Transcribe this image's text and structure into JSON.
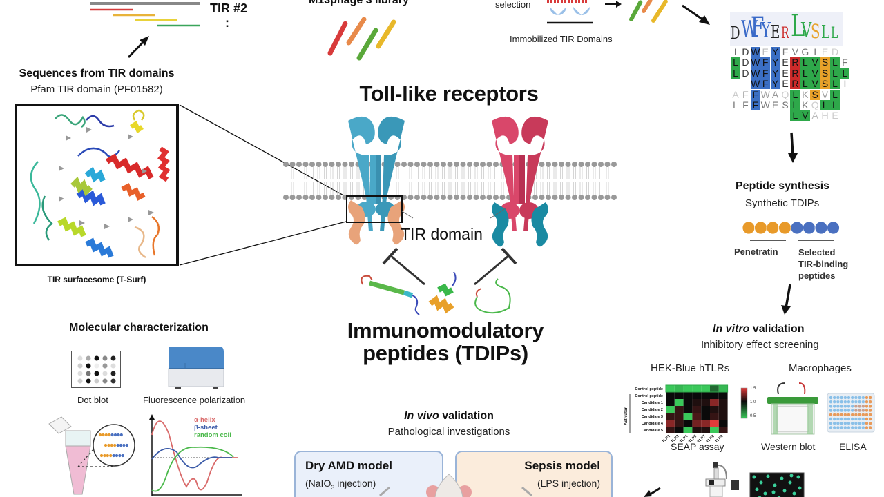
{
  "top_left": {
    "tir_label": "TIR #2",
    "tir_ellipsis": ":",
    "seq_lines_colors": [
      "#888888",
      "#d43a3a",
      "#e8b33a",
      "#e8d23a",
      "#3aa55a"
    ],
    "sequences_title": "Sequences from TIR domains",
    "sequences_subtitle": "Pfam TIR domain (PF01582)",
    "surfacesome_caption": "TIR surfacesome (T-Surf)"
  },
  "phage": {
    "library_title": "M13phage 3 library",
    "selection_label": "selection",
    "immobilized_label": "Immobilized TIR Domains"
  },
  "logo": {
    "logo_letters": [
      "D",
      "W",
      "F",
      "Y",
      "E",
      "R",
      "L",
      "V",
      "S",
      "L",
      "L"
    ],
    "alignment_rows": [
      [
        {
          "c": "I",
          "bg": "",
          "fg": "#333"
        },
        {
          "c": "D",
          "bg": "",
          "fg": "#333"
        },
        {
          "c": "W",
          "bg": "#3b6fc4",
          "fg": "#111"
        },
        {
          "c": "E",
          "bg": "",
          "fg": "#bbb"
        },
        {
          "c": "Y",
          "bg": "#3b6fc4",
          "fg": "#111"
        },
        {
          "c": "F",
          "bg": "",
          "fg": "#777"
        },
        {
          "c": "V",
          "bg": "",
          "fg": "#777"
        },
        {
          "c": "G",
          "bg": "",
          "fg": "#777"
        },
        {
          "c": "I",
          "bg": "",
          "fg": "#777"
        },
        {
          "c": "E",
          "bg": "",
          "fg": "#ccc"
        },
        {
          "c": "D",
          "bg": "",
          "fg": "#ccc"
        }
      ],
      [
        {
          "c": "L",
          "bg": "#2ea84a",
          "fg": "#111"
        },
        {
          "c": "D",
          "bg": "",
          "fg": "#333"
        },
        {
          "c": "W",
          "bg": "#3b6fc4",
          "fg": "#111"
        },
        {
          "c": "F",
          "bg": "#3b6fc4",
          "fg": "#111"
        },
        {
          "c": "Y",
          "bg": "#3b6fc4",
          "fg": "#111"
        },
        {
          "c": "E",
          "bg": "",
          "fg": "#333"
        },
        {
          "c": "R",
          "bg": "#cc2a2a",
          "fg": "#111"
        },
        {
          "c": "L",
          "bg": "#2ea84a",
          "fg": "#111"
        },
        {
          "c": "V",
          "bg": "#2ea84a",
          "fg": "#111"
        },
        {
          "c": "S",
          "bg": "#e8a22a",
          "fg": "#111"
        },
        {
          "c": "L",
          "bg": "#2ea84a",
          "fg": "#111"
        },
        {
          "c": "F",
          "bg": "",
          "fg": "#777"
        }
      ],
      [
        {
          "c": "L",
          "bg": "#2ea84a",
          "fg": "#111"
        },
        {
          "c": "D",
          "bg": "",
          "fg": "#333"
        },
        {
          "c": "W",
          "bg": "#3b6fc4",
          "fg": "#111"
        },
        {
          "c": "F",
          "bg": "#3b6fc4",
          "fg": "#111"
        },
        {
          "c": "Y",
          "bg": "#3b6fc4",
          "fg": "#111"
        },
        {
          "c": "E",
          "bg": "",
          "fg": "#333"
        },
        {
          "c": "R",
          "bg": "#cc2a2a",
          "fg": "#111"
        },
        {
          "c": "L",
          "bg": "#2ea84a",
          "fg": "#111"
        },
        {
          "c": "V",
          "bg": "#2ea84a",
          "fg": "#111"
        },
        {
          "c": "S",
          "bg": "#e8a22a",
          "fg": "#111"
        },
        {
          "c": "L",
          "bg": "#2ea84a",
          "fg": "#111"
        },
        {
          "c": "L",
          "bg": "#2ea84a",
          "fg": "#111"
        }
      ],
      [
        {
          "c": "",
          "bg": "",
          "fg": "#111"
        },
        {
          "c": "",
          "bg": "",
          "fg": "#111"
        },
        {
          "c": "W",
          "bg": "#3b6fc4",
          "fg": "#111"
        },
        {
          "c": "F",
          "bg": "#3b6fc4",
          "fg": "#111"
        },
        {
          "c": "Y",
          "bg": "#3b6fc4",
          "fg": "#111"
        },
        {
          "c": "E",
          "bg": "",
          "fg": "#333"
        },
        {
          "c": "R",
          "bg": "#cc2a2a",
          "fg": "#111"
        },
        {
          "c": "L",
          "bg": "#2ea84a",
          "fg": "#111"
        },
        {
          "c": "V",
          "bg": "#2ea84a",
          "fg": "#111"
        },
        {
          "c": "S",
          "bg": "#e8a22a",
          "fg": "#111"
        },
        {
          "c": "L",
          "bg": "#2ea84a",
          "fg": "#111"
        },
        {
          "c": "I",
          "bg": "",
          "fg": "#777"
        }
      ],
      [
        {
          "c": "A",
          "bg": "",
          "fg": "#ccc"
        },
        {
          "c": "F",
          "bg": "",
          "fg": "#999"
        },
        {
          "c": "F",
          "bg": "#3b6fc4",
          "fg": "#111"
        },
        {
          "c": "W",
          "bg": "",
          "fg": "#999"
        },
        {
          "c": "A",
          "bg": "",
          "fg": "#999"
        },
        {
          "c": "Q",
          "bg": "",
          "fg": "#ccc"
        },
        {
          "c": "L",
          "bg": "#2ea84a",
          "fg": "#111"
        },
        {
          "c": "K",
          "bg": "",
          "fg": "#999"
        },
        {
          "c": "S",
          "bg": "#e8a22a",
          "fg": "#111"
        },
        {
          "c": "V",
          "bg": "",
          "fg": "#999"
        },
        {
          "c": "L",
          "bg": "#2ea84a",
          "fg": "#111"
        }
      ],
      [
        {
          "c": "L",
          "bg": "",
          "fg": "#777"
        },
        {
          "c": "F",
          "bg": "",
          "fg": "#777"
        },
        {
          "c": "F",
          "bg": "#3b6fc4",
          "fg": "#111"
        },
        {
          "c": "W",
          "bg": "",
          "fg": "#777"
        },
        {
          "c": "E",
          "bg": "",
          "fg": "#777"
        },
        {
          "c": "S",
          "bg": "",
          "fg": "#777"
        },
        {
          "c": "L",
          "bg": "#2ea84a",
          "fg": "#111"
        },
        {
          "c": "K",
          "bg": "",
          "fg": "#777"
        },
        {
          "c": "Q",
          "bg": "",
          "fg": "#ccc"
        },
        {
          "c": "L",
          "bg": "#2ea84a",
          "fg": "#111"
        },
        {
          "c": "L",
          "bg": "#2ea84a",
          "fg": "#111"
        }
      ],
      [
        {
          "c": "",
          "bg": "",
          "fg": "#111"
        },
        {
          "c": "",
          "bg": "",
          "fg": "#111"
        },
        {
          "c": "",
          "bg": "",
          "fg": "#111"
        },
        {
          "c": "",
          "bg": "",
          "fg": "#111"
        },
        {
          "c": "",
          "bg": "",
          "fg": "#111"
        },
        {
          "c": "",
          "bg": "",
          "fg": "#111"
        },
        {
          "c": "L",
          "bg": "#2ea84a",
          "fg": "#111"
        },
        {
          "c": "V",
          "bg": "#2ea84a",
          "fg": "#111"
        },
        {
          "c": "A",
          "bg": "",
          "fg": "#bbb"
        },
        {
          "c": "H",
          "bg": "",
          "fg": "#bbb"
        },
        {
          "c": "E",
          "bg": "",
          "fg": "#ccc"
        }
      ]
    ]
  },
  "center": {
    "title": "Toll-like receptors",
    "tir_domain_label": "TIR domain",
    "peptides_title_line1": "Immunomodulatory",
    "peptides_title_line2": "peptides (TDIPs)",
    "receptor_left_color": "#4aa8c8",
    "receptor_right_color": "#d9476a",
    "tir_left_color": "#e8a37a",
    "tir_right_color": "#1a8aa2"
  },
  "synthesis": {
    "title": "Peptide synthesis",
    "subtitle": "Synthetic TDIPs",
    "penetratin_label": "Penetratin",
    "selected_label_line1": "Selected",
    "selected_label_line2": "TIR-binding",
    "selected_label_line3": "peptides",
    "penetratin_color": "#e89a2a",
    "selected_color": "#4a70c0"
  },
  "in_vitro": {
    "title_italic": "In vitro",
    "title_rest": " validation",
    "subtitle": "Inhibitory effect screening",
    "hek_label": "HEK-Blue hTLRs",
    "macrophages_label": "Macrophages",
    "seap_label": "SEAP assay",
    "western_label": "Western blot",
    "elisa_label": "ELISA"
  },
  "molecular": {
    "title": "Molecular characterization",
    "dot_blot_label": "Dot blot",
    "fp_label": "Fluorescence polarization",
    "cd_legend": [
      {
        "label": "α-helix",
        "color": "#d96a6a"
      },
      {
        "label": "β-sheet",
        "color": "#3a5aa8"
      },
      {
        "label": "random coil",
        "color": "#4ab84a"
      }
    ],
    "dot_blot_shades": [
      [
        "#ddd",
        "#aaa",
        "#111",
        "#888",
        "#222"
      ],
      [
        "#ccc",
        "#111",
        "#eee",
        "#999",
        "#ddd"
      ],
      [
        "#ddd",
        "#777",
        "#111",
        "#ddd",
        "#222"
      ],
      [
        "#ccc",
        "#111",
        "#ccc",
        "#888",
        "#333"
      ]
    ]
  },
  "in_vivo": {
    "title_italic": "In vivo",
    "title_rest": " validation",
    "subtitle": "Pathological investigations",
    "amd_title": "Dry AMD model",
    "amd_sub_pre": "(NaIO",
    "amd_sub_subscript": "3",
    "amd_sub_post": " injection)",
    "sepsis_title": "Sepsis model",
    "sepsis_sub": "(LPS injection)"
  },
  "chart_data": {
    "type": "heatmap",
    "title": "SEAP assay",
    "ylabel": "Activator",
    "rows": [
      "Control peptide",
      "Control peptide",
      "Candidate 1",
      "Candidate 2",
      "Candidate 3",
      "Candidate 4",
      "Candidate 5"
    ],
    "columns": [
      "TLR2",
      "TLR3",
      "TLR4",
      "TLR5",
      "TLR7",
      "TLR8",
      "TLR9"
    ],
    "values": [
      [
        0.4,
        0.45,
        0.4,
        0.4,
        0.4,
        0.7,
        0.45
      ],
      [
        1.0,
        1.0,
        1.0,
        1.0,
        1.0,
        1.0,
        1.0
      ],
      [
        1.0,
        0.4,
        1.0,
        1.05,
        1.05,
        1.3,
        1.05
      ],
      [
        0.4,
        1.1,
        1.0,
        1.1,
        1.0,
        1.05,
        1.05
      ],
      [
        1.1,
        1.1,
        0.4,
        1.15,
        1.0,
        1.1,
        1.05
      ],
      [
        1.3,
        1.1,
        1.0,
        1.25,
        1.3,
        1.5,
        1.0
      ],
      [
        1.1,
        1.0,
        0.4,
        1.05,
        1.05,
        0.4,
        1.1
      ]
    ],
    "colorbar_ticks": [
      "1.5",
      "1.0",
      "0.5"
    ],
    "colorbar_range": [
      0.4,
      1.5
    ],
    "color_low": "#3ac85a",
    "color_mid": "#0a0a0a",
    "color_high": "#e03a3a"
  }
}
